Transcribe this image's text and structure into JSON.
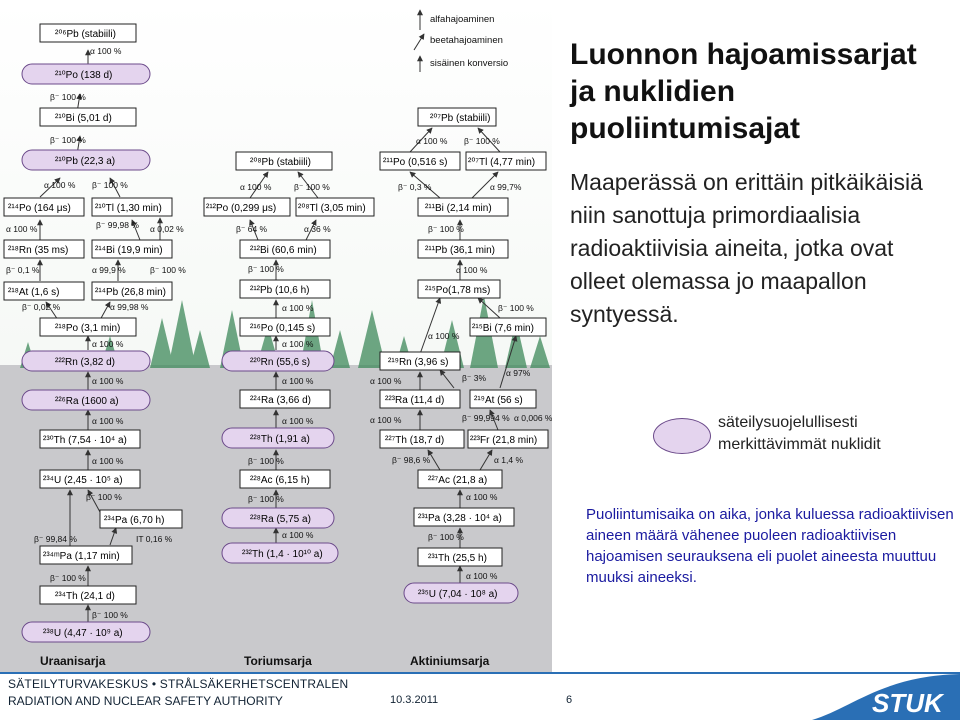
{
  "slide": {
    "title": "Luonnon hajoamissarjat ja nuklidien puoliintumisajat",
    "body": "Maaperässä on erittäin pitkäikäisiä niin sanottuja primordiaalisia radioaktiivisia aineita, jotka ovat olleet olemassa jo maapallon syntyessä.",
    "note": "säteilysuojelullisesti merkittävimmät nuklidit",
    "definition": "Puoliintumisaika on aika, jonka kuluessa radioaktiivisen aineen määrä vähenee puoleen radioaktiivisen hajoamisen seurauksena eli puolet aineesta muuttuu muuksi aineeksi."
  },
  "legend": {
    "alpha": "alfahajoaminen",
    "beta": "beetahajoaminen",
    "internal": "sisäinen konversio"
  },
  "series_names": {
    "uranium": "Uraanisarja",
    "thorium": "Toriumsarja",
    "actinium": "Aktiniumsarja"
  },
  "nuclides": {
    "u_pb206": "²⁰⁶Pb (stabiili)",
    "u_po210": "²¹⁰Po (138 d)",
    "u_bi210": "²¹⁰Bi (5,01 d)",
    "u_pb210": "²¹⁰Pb (22,3 a)",
    "u_po214": "²¹⁴Po (164 μs)",
    "u_tl210": "²¹⁰Tl (1,30 min)",
    "u_rn218": "²¹⁸Rn (35 ms)",
    "u_bi214": "²¹⁴Bi (19,9 min)",
    "u_at218": "²¹⁸At (1,6 s)",
    "u_pb214": "²¹⁴Pb (26,8 min)",
    "u_po218": "²¹⁸Po (3,1 min)",
    "u_rn222": "²²²Rn (3,82 d)",
    "u_ra226": "²²⁶Ra (1600 a)",
    "u_th230": "²³⁰Th (7,54 · 10⁴ a)",
    "u_u234": "²³⁴U (2,45 · 10⁵ a)",
    "u_pa234": "²³⁴Pa (6,70 h)",
    "u_pa234m": "²³⁴ᵐPa (1,17 min)",
    "u_th234": "²³⁴Th (24,1 d)",
    "u_u238": "²³⁸U (4,47 · 10⁹ a)",
    "t_pb208": "²⁰⁸Pb (stabiili)",
    "t_po212": "²¹²Po (0,299 μs)",
    "t_tl208": "²⁰⁸Tl (3,05 min)",
    "t_bi212": "²¹²Bi (60,6 min)",
    "t_pb212": "²¹²Pb (10,6 h)",
    "t_po216": "²¹⁶Po (0,145 s)",
    "t_rn220": "²²⁰Rn (55,6 s)",
    "t_ra224": "²²⁴Ra (3,66 d)",
    "t_th228": "²²⁸Th (1,91 a)",
    "t_ac228": "²²⁸Ac (6,15 h)",
    "t_ra228": "²²⁸Ra (5,75 a)",
    "t_th232": "²³²Th (1,4 · 10¹⁰ a)",
    "a_pb207": "²⁰⁷Pb (stabiili)",
    "a_po211": "²¹¹Po (0,516 s)",
    "a_tl207": "²⁰⁷Tl (4,77 min)",
    "a_bi211": "²¹¹Bi (2,14 min)",
    "a_pb211": "²¹¹Pb (36,1 min)",
    "a_po215": "²¹⁵Po(1,78 ms)",
    "a_bi215": "²¹⁵Bi (7,6 min)",
    "a_rn219": "²¹⁹Rn (3,96 s)",
    "a_ra223": "²²³Ra (11,4 d)",
    "a_at219": "²¹⁹At (56 s)",
    "a_th227": "²²⁷Th (18,7 d)",
    "a_fr223": "²²³Fr (21,8 min)",
    "a_ac227": "²²⁷Ac (21,8 a)",
    "a_pa231": "²³¹Pa (3,28 · 10⁴ a)",
    "a_th231": "²³¹Th (25,5 h)",
    "a_u235": "²³⁵U (7,04 · 10⁸ a)"
  },
  "labels": {
    "a100": "α 100 %",
    "b100": "β⁻ 100 %",
    "b9998": "β⁻ 99,98 %",
    "a002": "α 0,02 %",
    "b01": "β⁻ 0,1 %",
    "a999": "α 99,9 %",
    "b002": "β⁻ 0,02 %",
    "a9998": "α 99,98 %",
    "b9984": "β⁻ 99,84 %",
    "it016": "IT 0,16 %",
    "b64": "β⁻ 64 %",
    "a36": "α 36 %",
    "b03": "β⁻ 0,3 %",
    "a997": "α 99,7%",
    "a97": "α 97%",
    "b3": "β⁻ 3%",
    "b99994": "β⁻ 99,994 %",
    "a0006": "α 0,006 %",
    "b986": "β⁻ 98,6 %",
    "a14": "α 1,4 %"
  },
  "footer": {
    "org_line1": "SÄTEILYTURVAKESKUS • STRÅLSÄKERHETSCENTRALEN",
    "org_line2": "RADIATION AND NUCLEAR SAFETY AUTHORITY",
    "date": "10.3.2011",
    "page": "6",
    "logo_text": "STUK"
  },
  "colors": {
    "highlight": "#e4d4ee",
    "ground": "#c9c9cc",
    "trees": "#3f8a5b",
    "footer_rule": "#2a6fb5",
    "logo": "#2a6fb5",
    "definition_text": "#1a1aa0"
  }
}
